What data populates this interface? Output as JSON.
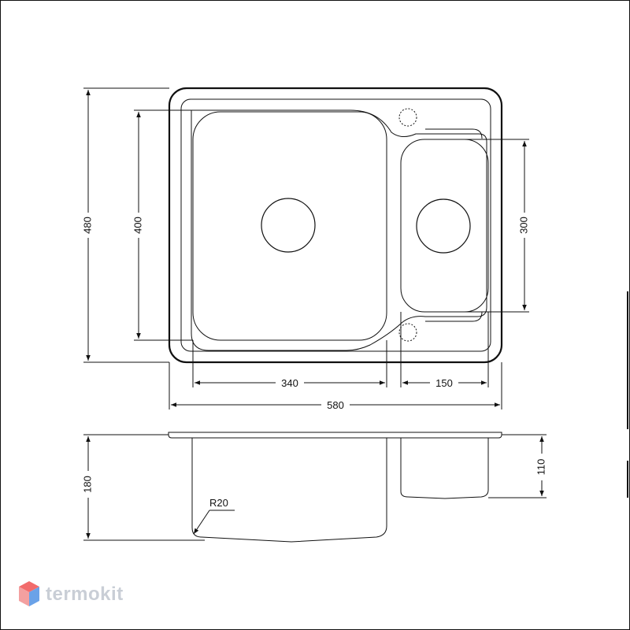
{
  "dimensions": {
    "total_width": "580",
    "total_height": "480",
    "main_bowl_width": "340",
    "main_bowl_length": "400",
    "small_bowl_width": "150",
    "small_bowl_length": "300",
    "depth_main": "180",
    "depth_small": "110",
    "corner_radius": "R20"
  },
  "brand": {
    "name": "termokit"
  },
  "colors": {
    "line": "#111111",
    "brand": "#c9ced6",
    "brand_icon_top": "#f26b6b",
    "brand_icon_side": "#6aa2e8"
  }
}
